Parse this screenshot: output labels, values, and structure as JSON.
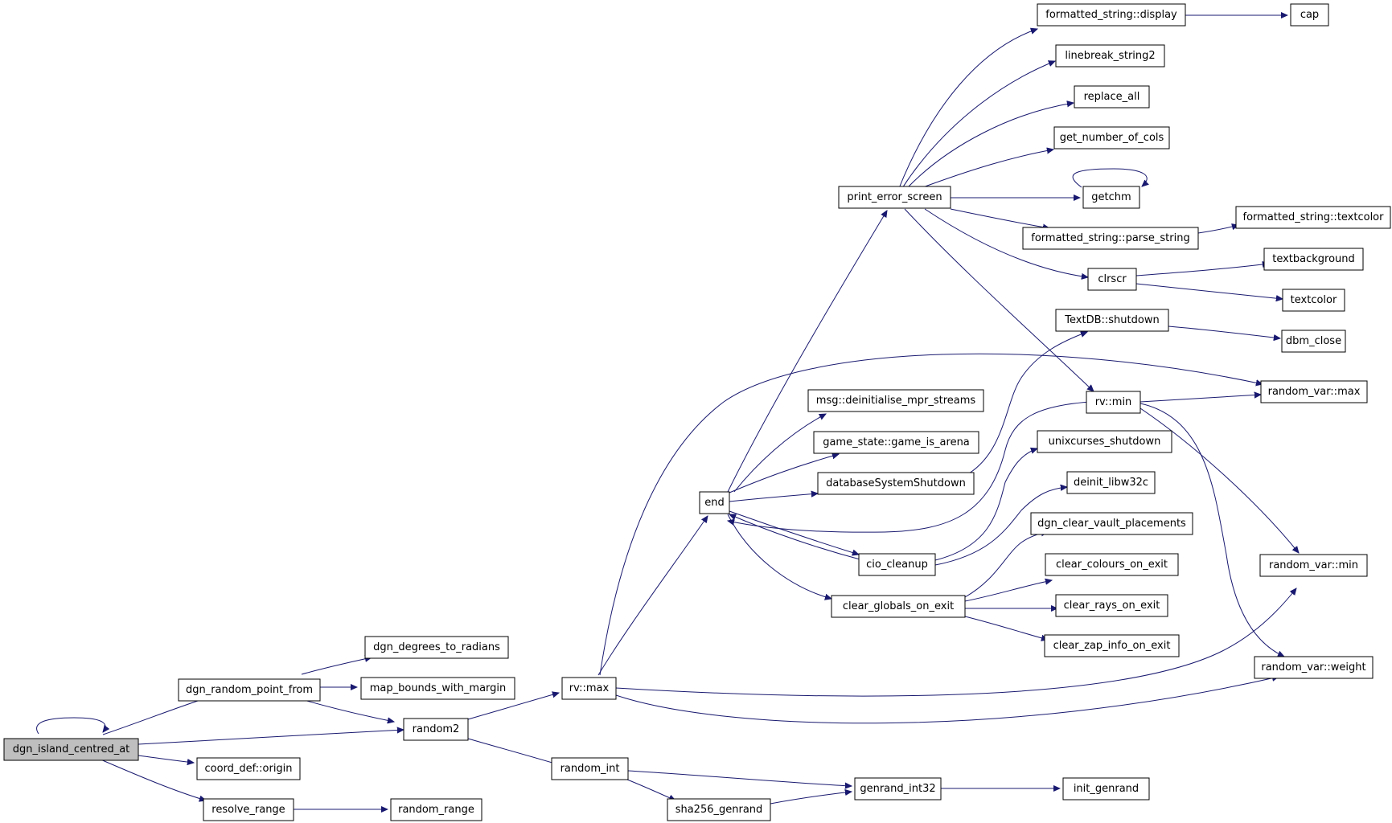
{
  "graph": {
    "root": "dgn_island_centred_at",
    "colors": {
      "edge": "#191970",
      "node_fill": "#ffffff",
      "root_fill": "#bfbfbf",
      "border": "#000000"
    },
    "nodes": [
      {
        "id": "n_dgn_island_centred_at",
        "label": "dgn_island_centred_at"
      },
      {
        "id": "n_dgn_random_point_from",
        "label": "dgn_random_point_from"
      },
      {
        "id": "n_dgn_degrees_to_radians",
        "label": "dgn_degrees_to_radians"
      },
      {
        "id": "n_map_bounds_with_margin",
        "label": "map_bounds_with_margin"
      },
      {
        "id": "n_random2",
        "label": "random2"
      },
      {
        "id": "n_coord_def_origin",
        "label": "coord_def::origin"
      },
      {
        "id": "n_resolve_range",
        "label": "resolve_range"
      },
      {
        "id": "n_random_range",
        "label": "random_range"
      },
      {
        "id": "n_rv_max",
        "label": "rv::max"
      },
      {
        "id": "n_random_int",
        "label": "random_int"
      },
      {
        "id": "n_sha256_genrand",
        "label": "sha256_genrand"
      },
      {
        "id": "n_genrand_int32",
        "label": "genrand_int32"
      },
      {
        "id": "n_init_genrand",
        "label": "init_genrand"
      },
      {
        "id": "n_end",
        "label": "end"
      },
      {
        "id": "n_print_error_screen",
        "label": "print_error_screen"
      },
      {
        "id": "n_msg_deinitialise",
        "label": "msg::deinitialise_mpr_streams"
      },
      {
        "id": "n_game_is_arena",
        "label": "game_state::game_is_arena"
      },
      {
        "id": "n_databaseSystemShutdown",
        "label": "databaseSystemShutdown"
      },
      {
        "id": "n_cio_cleanup",
        "label": "cio_cleanup"
      },
      {
        "id": "n_clear_globals_on_exit",
        "label": "clear_globals_on_exit"
      },
      {
        "id": "n_fs_display",
        "label": "formatted_string::display"
      },
      {
        "id": "n_cap",
        "label": "cap"
      },
      {
        "id": "n_linebreak_string2",
        "label": "linebreak_string2"
      },
      {
        "id": "n_replace_all",
        "label": "replace_all"
      },
      {
        "id": "n_get_number_of_cols",
        "label": "get_number_of_cols"
      },
      {
        "id": "n_getchm",
        "label": "getchm"
      },
      {
        "id": "n_fs_parse_string",
        "label": "formatted_string::parse_string"
      },
      {
        "id": "n_fs_textcolor",
        "label": "formatted_string::textcolor"
      },
      {
        "id": "n_clrscr",
        "label": "clrscr"
      },
      {
        "id": "n_textbackground",
        "label": "textbackground"
      },
      {
        "id": "n_textcolor",
        "label": "textcolor"
      },
      {
        "id": "n_textdb_shutdown",
        "label": "TextDB::shutdown"
      },
      {
        "id": "n_dbm_close",
        "label": "dbm_close"
      },
      {
        "id": "n_rv_min",
        "label": "rv::min"
      },
      {
        "id": "n_random_var_max",
        "label": "random_var::max"
      },
      {
        "id": "n_unixcurses_shutdown",
        "label": "unixcurses_shutdown"
      },
      {
        "id": "n_deinit_libw32c",
        "label": "deinit_libw32c"
      },
      {
        "id": "n_dgn_clear_vault_placements",
        "label": "dgn_clear_vault_placements"
      },
      {
        "id": "n_clear_colours_on_exit",
        "label": "clear_colours_on_exit"
      },
      {
        "id": "n_clear_rays_on_exit",
        "label": "clear_rays_on_exit"
      },
      {
        "id": "n_clear_zap_info_on_exit",
        "label": "clear_zap_info_on_exit"
      },
      {
        "id": "n_random_var_min",
        "label": "random_var::min"
      },
      {
        "id": "n_random_var_weight",
        "label": "random_var::weight"
      }
    ],
    "edges": [
      {
        "from": "dgn_island_centred_at",
        "to": "dgn_island_centred_at"
      },
      {
        "from": "dgn_island_centred_at",
        "to": "dgn_random_point_from"
      },
      {
        "from": "dgn_island_centred_at",
        "to": "random2"
      },
      {
        "from": "dgn_island_centred_at",
        "to": "coord_def::origin"
      },
      {
        "from": "dgn_island_centred_at",
        "to": "resolve_range"
      },
      {
        "from": "dgn_random_point_from",
        "to": "dgn_degrees_to_radians"
      },
      {
        "from": "dgn_random_point_from",
        "to": "map_bounds_with_margin"
      },
      {
        "from": "dgn_random_point_from",
        "to": "random2"
      },
      {
        "from": "resolve_range",
        "to": "random_range"
      },
      {
        "from": "random2",
        "to": "rv::max"
      },
      {
        "from": "random2",
        "to": "random_int"
      },
      {
        "from": "rv::max",
        "to": "end"
      },
      {
        "from": "rv::max",
        "to": "random_var::max"
      },
      {
        "from": "rv::max",
        "to": "random_var::min"
      },
      {
        "from": "rv::max",
        "to": "random_var::weight"
      },
      {
        "from": "random_int",
        "to": "genrand_int32"
      },
      {
        "from": "random_int",
        "to": "sha256_genrand"
      },
      {
        "from": "sha256_genrand",
        "to": "genrand_int32"
      },
      {
        "from": "genrand_int32",
        "to": "init_genrand"
      },
      {
        "from": "end",
        "to": "print_error_screen"
      },
      {
        "from": "end",
        "to": "msg::deinitialise_mpr_streams"
      },
      {
        "from": "end",
        "to": "game_state::game_is_arena"
      },
      {
        "from": "end",
        "to": "databaseSystemShutdown"
      },
      {
        "from": "end",
        "to": "cio_cleanup"
      },
      {
        "from": "end",
        "to": "clear_globals_on_exit"
      },
      {
        "from": "cio_cleanup",
        "to": "end"
      },
      {
        "from": "rv::min",
        "to": "end"
      },
      {
        "from": "print_error_screen",
        "to": "formatted_string::display"
      },
      {
        "from": "print_error_screen",
        "to": "linebreak_string2"
      },
      {
        "from": "print_error_screen",
        "to": "replace_all"
      },
      {
        "from": "print_error_screen",
        "to": "get_number_of_cols"
      },
      {
        "from": "print_error_screen",
        "to": "getchm"
      },
      {
        "from": "print_error_screen",
        "to": "formatted_string::parse_string"
      },
      {
        "from": "print_error_screen",
        "to": "clrscr"
      },
      {
        "from": "print_error_screen",
        "to": "rv::min"
      },
      {
        "from": "formatted_string::display",
        "to": "cap"
      },
      {
        "from": "getchm",
        "to": "getchm"
      },
      {
        "from": "formatted_string::parse_string",
        "to": "formatted_string::textcolor"
      },
      {
        "from": "clrscr",
        "to": "textbackground"
      },
      {
        "from": "clrscr",
        "to": "textcolor"
      },
      {
        "from": "databaseSystemShutdown",
        "to": "TextDB::shutdown"
      },
      {
        "from": "TextDB::shutdown",
        "to": "dbm_close"
      },
      {
        "from": "rv::min",
        "to": "random_var::max"
      },
      {
        "from": "rv::min",
        "to": "random_var::min"
      },
      {
        "from": "rv::min",
        "to": "random_var::weight"
      },
      {
        "from": "cio_cleanup",
        "to": "unixcurses_shutdown"
      },
      {
        "from": "cio_cleanup",
        "to": "deinit_libw32c"
      },
      {
        "from": "clear_globals_on_exit",
        "to": "dgn_clear_vault_placements"
      },
      {
        "from": "clear_globals_on_exit",
        "to": "clear_colours_on_exit"
      },
      {
        "from": "clear_globals_on_exit",
        "to": "clear_rays_on_exit"
      },
      {
        "from": "clear_globals_on_exit",
        "to": "clear_zap_info_on_exit"
      }
    ]
  }
}
